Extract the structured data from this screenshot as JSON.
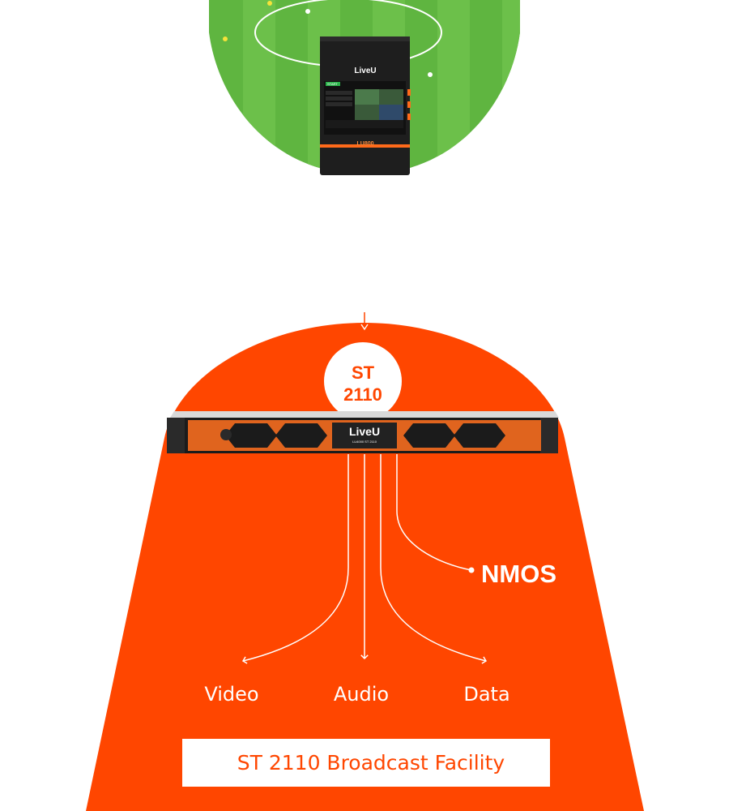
{
  "colors": {
    "accent": "#ff4600",
    "field_green": "#5fb540",
    "device_dark": "#222222"
  },
  "top_device": {
    "brand": "LiveU",
    "model": "LU800",
    "screen_button": "START"
  },
  "badge": {
    "line1": "ST",
    "line2": "2110"
  },
  "rack_unit": {
    "brand": "LiveU",
    "model": "LU4000 ST 2110"
  },
  "nmos_label": "NMOS",
  "outputs": [
    "Video",
    "Audio",
    "Data"
  ],
  "facility_label": "ST 2110 Broadcast Facility"
}
